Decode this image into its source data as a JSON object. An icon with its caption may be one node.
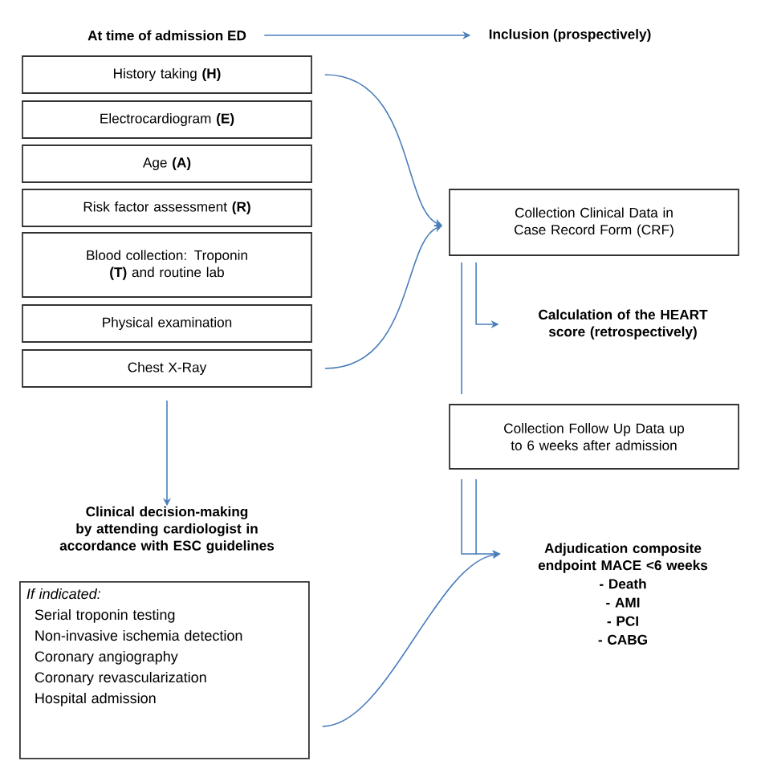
{
  "diagram": {
    "nodes": [
      {
        "text": [
          "At time of admission ED"
        ]
      },
      {
        "text": [
          "Inclusion (prospectively)"
        ]
      },
      {
        "text": [
          "History taking **(H)**"
        ]
      },
      {
        "text": [
          "Electrocardiogram **(E)**"
        ]
      },
      {
        "text": [
          "Age **(A)**"
        ]
      },
      {
        "text": [
          "Risk factor assessment **(R)**"
        ]
      },
      {
        "text": [
          "Blood collection: Troponin **(T)** and routine lab"
        ]
      },
      {
        "text": [
          "Physical examination"
        ]
      },
      {
        "text": [
          "Chest X-Ray"
        ]
      },
      {
        "text": [
          "Collection Clinical Data in Case Record Form (CRF)"
        ]
      },
      {
        "text": [
          "Calculation of the HEART score (retrospectively)"
        ]
      },
      {
        "text": [
          "Collection Follow Up Data up to 6 weeks after admission"
        ]
      },
      {
        "text": [
          "Clinical decision-making by attending cardiologist in accordance with ESC guidelines"
        ]
      },
      {
        "text": [
          "If indicated:",
          "Serial troponin testing",
          "Non-invasive ischemia detection",
          "Coronary angiography",
          "Coronary revascularization",
          "Hospital admission"
        ]
      },
      {
        "text": [
          "Adjudication composite endpoint MACE <6 weeks",
          "- Death",
          "- AMI",
          "- PCI",
          "- CABG"
        ]
      }
    ],
    "edges": [
      {
        "from": 0,
        "to": 1,
        "arrow": "to"
      },
      {
        "from": 2,
        "to": 9,
        "arrow": "to"
      },
      {
        "from": 8,
        "to": 9,
        "arrow": "to"
      },
      {
        "from": 9,
        "to": 10,
        "arrow": "to"
      },
      {
        "from": 9,
        "to": 11,
        "arrow": "none"
      },
      {
        "from": 8,
        "to": 12,
        "arrow": "to"
      },
      {
        "from": 11,
        "to": 14,
        "arrow": "to"
      },
      {
        "from": 13,
        "to": 14,
        "arrow": "to"
      }
    ]
  }
}
